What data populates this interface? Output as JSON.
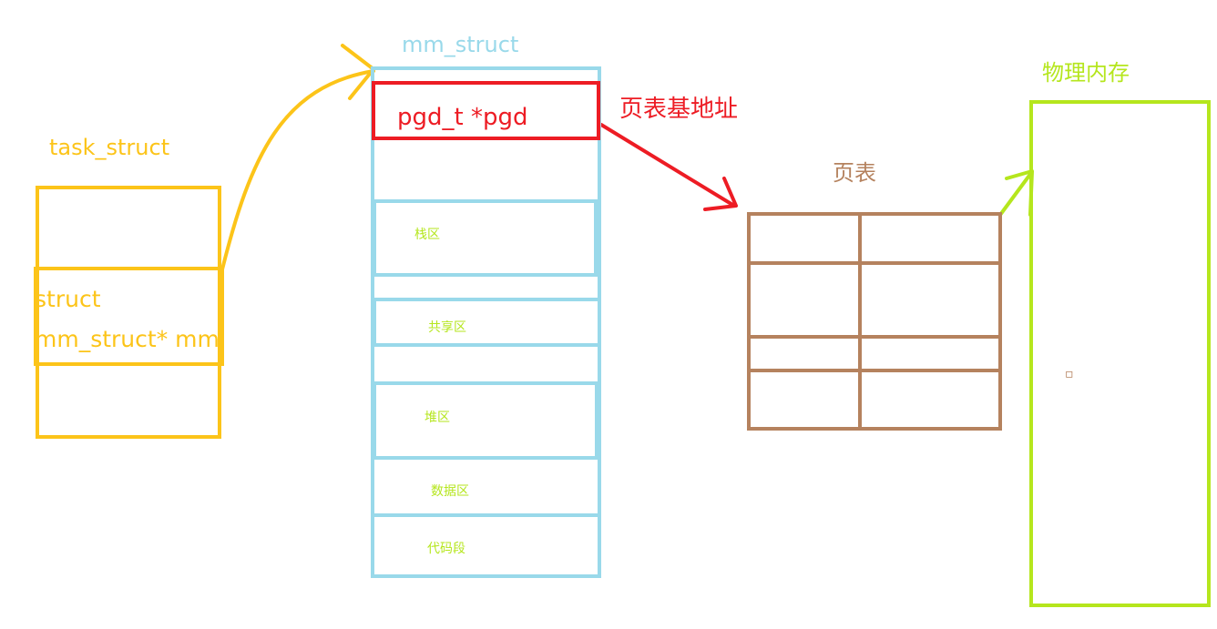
{
  "colors": {
    "task": "#fcc419",
    "mm": "#99d9ea",
    "pgd": "#ed1c24",
    "pagetable": "#b5825e",
    "physical": "#b5e61d"
  },
  "task_struct": {
    "title": "task_struct",
    "field_line1": "struct",
    "field_line2": "mm_struct* mm"
  },
  "mm_struct": {
    "title": "mm_struct",
    "pgd_field": "pgd_t *pgd",
    "regions": [
      "栈区",
      "共享区",
      "堆区",
      "数据区",
      "代码段"
    ]
  },
  "pgd_arrow_label": "页表基地址",
  "page_table": {
    "title": "页表"
  },
  "physical_memory": {
    "title": "物理内存",
    "marker": "▫"
  }
}
